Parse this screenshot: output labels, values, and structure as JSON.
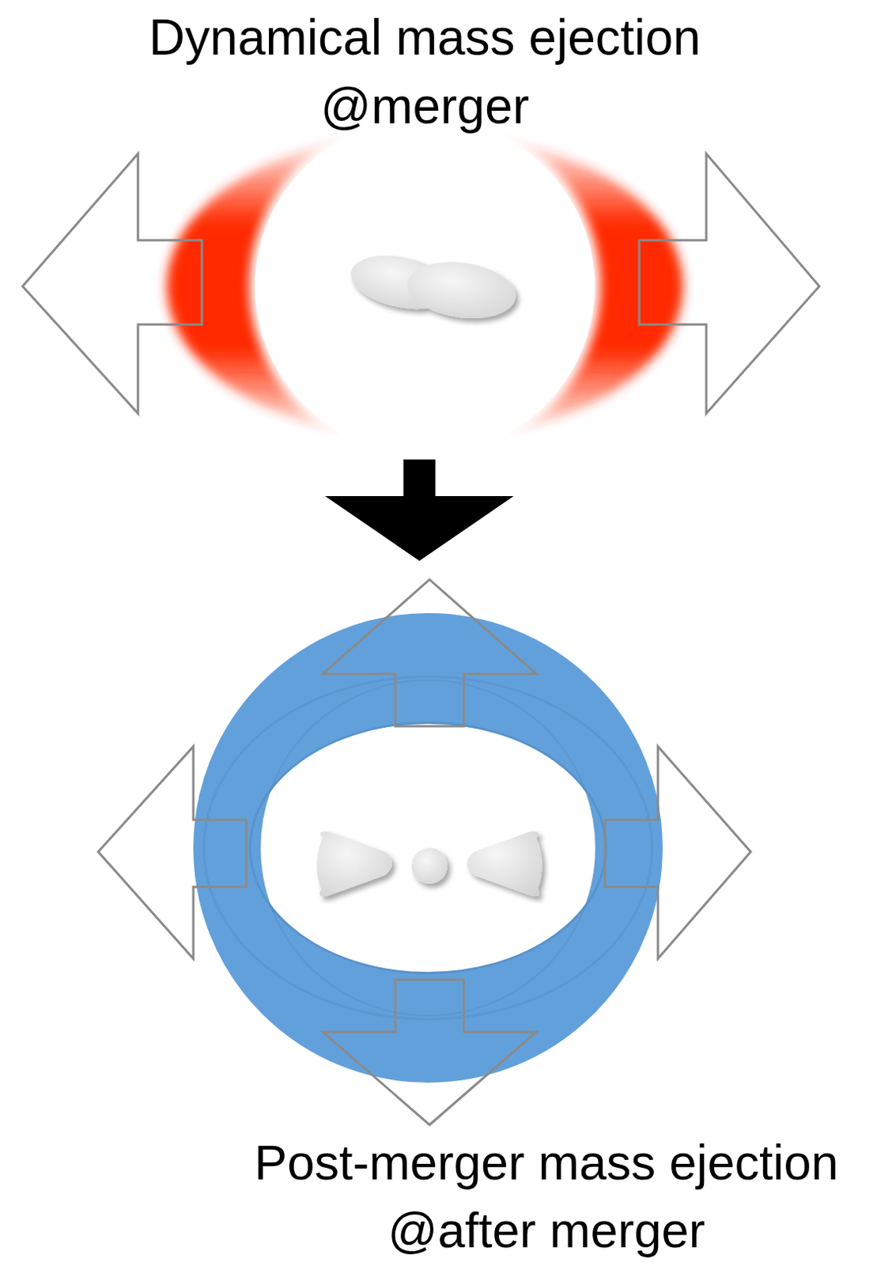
{
  "diagram": {
    "nodes": [
      {
        "text": [
          "Dynamical mass ejection @merger"
        ]
      },
      {
        "text": [
          "Post-merger mass ejection @after merger"
        ]
      }
    ],
    "edges": [
      {
        "from": 0,
        "to": 1,
        "arrow": "to"
      }
    ]
  }
}
